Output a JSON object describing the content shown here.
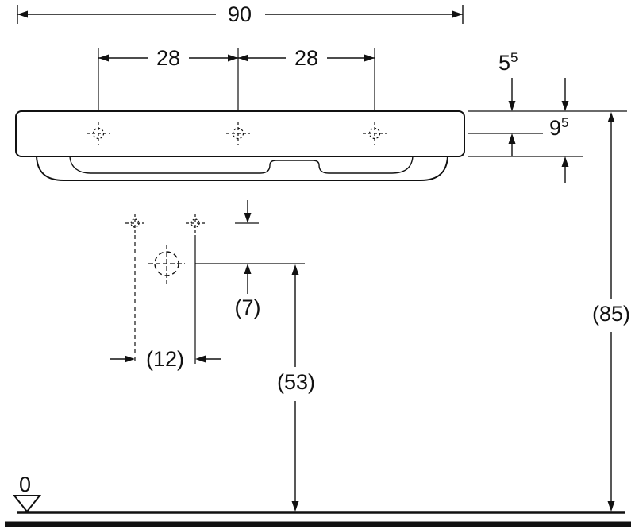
{
  "drawing": {
    "background": "#ffffff",
    "line_color": "#111111",
    "dims": {
      "width": "90",
      "tap_spacing_left": "28",
      "tap_spacing_right": "28",
      "edge_to_tap_base": "5",
      "edge_to_tap_sup": "5",
      "edge_to_apron_base": "9",
      "edge_to_apron_sup": "5",
      "total_height": "(85)",
      "supply_to_drain": "(7)",
      "supply_spacing": "(12)",
      "drain_height": "(53)",
      "datum": "0"
    }
  }
}
